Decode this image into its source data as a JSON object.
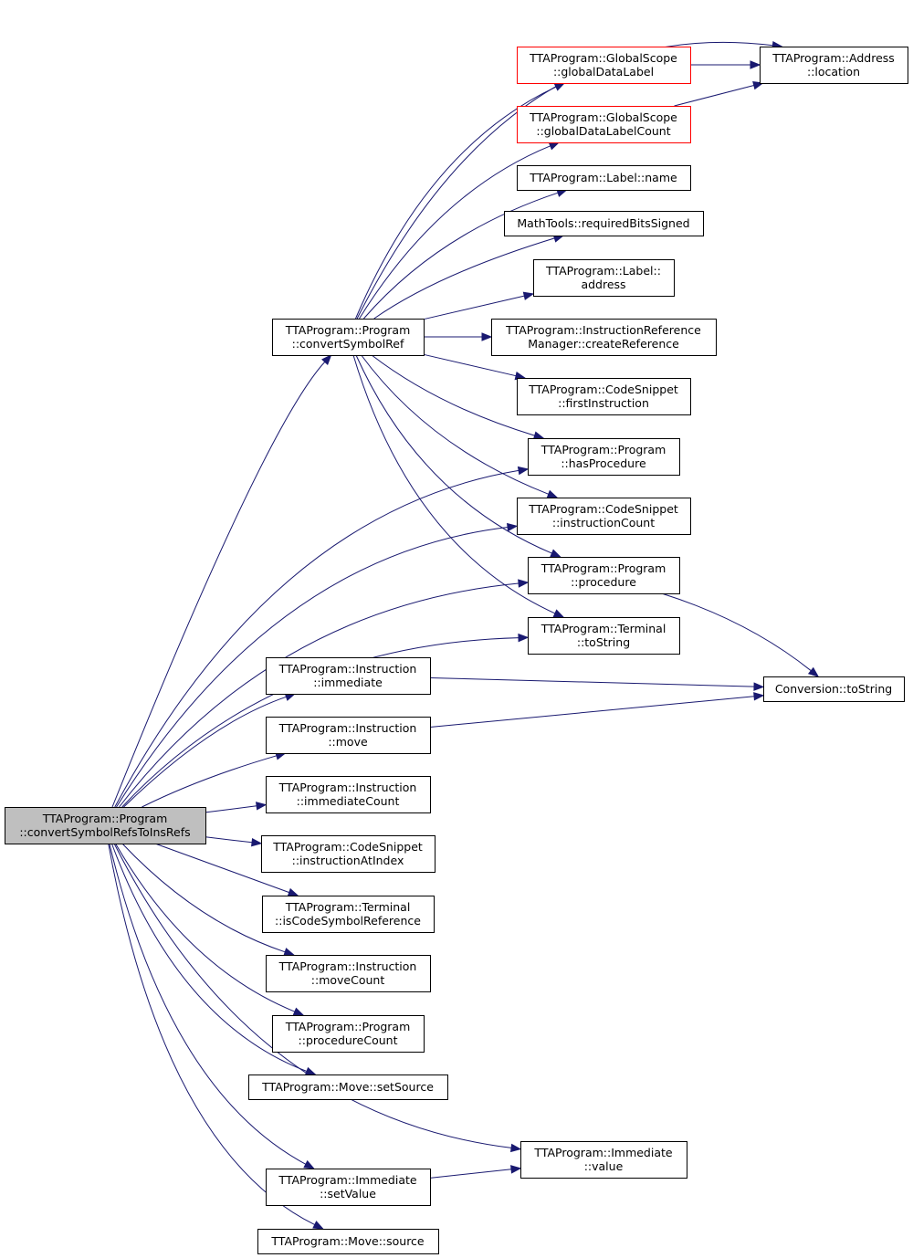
{
  "diagram": {
    "edge_color": "#191970",
    "root_fill": "#bfbfbf",
    "highlight_border": "#ff0000",
    "nodes": [
      {
        "id": "root",
        "lines": [
          "TTAProgram::Program",
          "::convertSymbolRefsToInsRefs"
        ],
        "style": "root"
      },
      {
        "id": "convertSymbolRef",
        "lines": [
          "TTAProgram::Program",
          "::convertSymbolRef"
        ]
      },
      {
        "id": "globalDataLabel",
        "lines": [
          "TTAProgram::GlobalScope",
          "::globalDataLabel"
        ],
        "style": "red"
      },
      {
        "id": "addressLocation",
        "lines": [
          "TTAProgram::Address",
          "::location"
        ]
      },
      {
        "id": "globalDataLabelCount",
        "lines": [
          "TTAProgram::GlobalScope",
          "::globalDataLabelCount"
        ],
        "style": "red"
      },
      {
        "id": "labelName",
        "lines": [
          "TTAProgram::Label::name"
        ]
      },
      {
        "id": "requiredBitsSigned",
        "lines": [
          "MathTools::requiredBitsSigned"
        ]
      },
      {
        "id": "labelAddress",
        "lines": [
          "TTAProgram::Label::",
          "address"
        ]
      },
      {
        "id": "createReference",
        "lines": [
          "TTAProgram::InstructionReference",
          "Manager::createReference"
        ]
      },
      {
        "id": "firstInstruction",
        "lines": [
          "TTAProgram::CodeSnippet",
          "::firstInstruction"
        ]
      },
      {
        "id": "hasProcedure",
        "lines": [
          "TTAProgram::Program",
          "::hasProcedure"
        ]
      },
      {
        "id": "instructionCount",
        "lines": [
          "TTAProgram::CodeSnippet",
          "::instructionCount"
        ]
      },
      {
        "id": "procedure",
        "lines": [
          "TTAProgram::Program",
          "::procedure"
        ]
      },
      {
        "id": "terminalToString",
        "lines": [
          "TTAProgram::Terminal",
          "::toString"
        ]
      },
      {
        "id": "conversionToString",
        "lines": [
          "Conversion::toString"
        ]
      },
      {
        "id": "immediate",
        "lines": [
          "TTAProgram::Instruction",
          "::immediate"
        ]
      },
      {
        "id": "move",
        "lines": [
          "TTAProgram::Instruction",
          "::move"
        ]
      },
      {
        "id": "immediateCount",
        "lines": [
          "TTAProgram::Instruction",
          "::immediateCount"
        ]
      },
      {
        "id": "instructionAtIndex",
        "lines": [
          "TTAProgram::CodeSnippet",
          "::instructionAtIndex"
        ]
      },
      {
        "id": "isCodeSymbolReference",
        "lines": [
          "TTAProgram::Terminal",
          "::isCodeSymbolReference"
        ]
      },
      {
        "id": "moveCount",
        "lines": [
          "TTAProgram::Instruction",
          "::moveCount"
        ]
      },
      {
        "id": "procedureCount",
        "lines": [
          "TTAProgram::Program",
          "::procedureCount"
        ]
      },
      {
        "id": "setSource",
        "lines": [
          "TTAProgram::Move::setSource"
        ]
      },
      {
        "id": "immediateValue",
        "lines": [
          "TTAProgram::Immediate",
          "::value"
        ]
      },
      {
        "id": "setValue",
        "lines": [
          "TTAProgram::Immediate",
          "::setValue"
        ]
      },
      {
        "id": "moveSource",
        "lines": [
          "TTAProgram::Move::source"
        ]
      }
    ],
    "edges": [
      {
        "from": "root",
        "to": "convertSymbolRef"
      },
      {
        "from": "root",
        "to": "hasProcedure"
      },
      {
        "from": "root",
        "to": "instructionCount"
      },
      {
        "from": "root",
        "to": "procedure"
      },
      {
        "from": "root",
        "to": "terminalToString"
      },
      {
        "from": "root",
        "to": "immediate"
      },
      {
        "from": "root",
        "to": "move"
      },
      {
        "from": "root",
        "to": "immediateCount"
      },
      {
        "from": "root",
        "to": "instructionAtIndex"
      },
      {
        "from": "root",
        "to": "isCodeSymbolReference"
      },
      {
        "from": "root",
        "to": "moveCount"
      },
      {
        "from": "root",
        "to": "procedureCount"
      },
      {
        "from": "root",
        "to": "setSource"
      },
      {
        "from": "root",
        "to": "immediateValue"
      },
      {
        "from": "root",
        "to": "setValue"
      },
      {
        "from": "root",
        "to": "moveSource"
      },
      {
        "from": "convertSymbolRef",
        "to": "addressLocation"
      },
      {
        "from": "convertSymbolRef",
        "to": "globalDataLabel"
      },
      {
        "from": "convertSymbolRef",
        "to": "globalDataLabelCount"
      },
      {
        "from": "convertSymbolRef",
        "to": "labelName"
      },
      {
        "from": "convertSymbolRef",
        "to": "requiredBitsSigned"
      },
      {
        "from": "convertSymbolRef",
        "to": "labelAddress"
      },
      {
        "from": "convertSymbolRef",
        "to": "createReference"
      },
      {
        "from": "convertSymbolRef",
        "to": "firstInstruction"
      },
      {
        "from": "convertSymbolRef",
        "to": "hasProcedure"
      },
      {
        "from": "convertSymbolRef",
        "to": "instructionCount"
      },
      {
        "from": "convertSymbolRef",
        "to": "procedure"
      },
      {
        "from": "convertSymbolRef",
        "to": "terminalToString"
      },
      {
        "from": "globalDataLabel",
        "to": "addressLocation"
      },
      {
        "from": "globalDataLabelCount",
        "to": "addressLocation"
      },
      {
        "from": "procedure",
        "to": "conversionToString"
      },
      {
        "from": "immediate",
        "to": "conversionToString"
      },
      {
        "from": "move",
        "to": "conversionToString"
      },
      {
        "from": "setValue",
        "to": "immediateValue"
      }
    ]
  }
}
